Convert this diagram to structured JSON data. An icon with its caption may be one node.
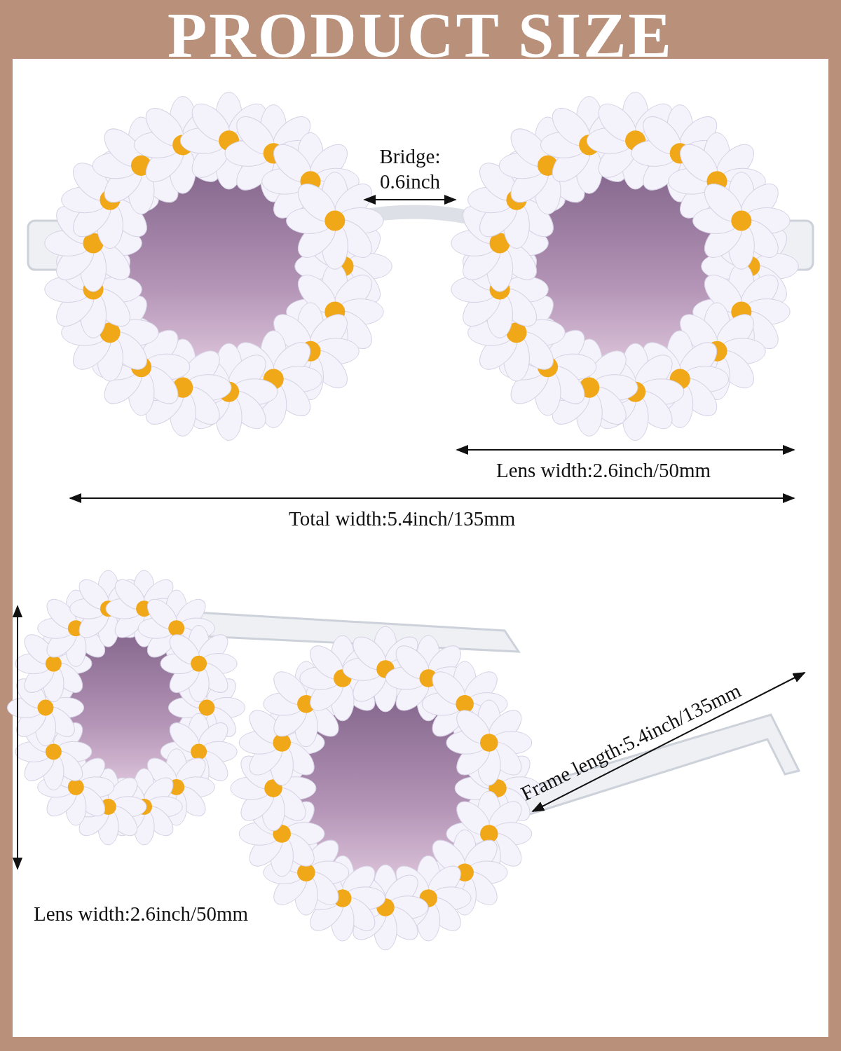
{
  "diagram": {
    "title": "PRODUCT SIZE",
    "labels": [
      "Bridge: 0.6inch",
      "Lens width:2.6inch/50mm",
      "Total width:5.4inch/135mm",
      "Lens width:2.6inch/50mm",
      "Frame length:5.4inch/135mm"
    ]
  }
}
